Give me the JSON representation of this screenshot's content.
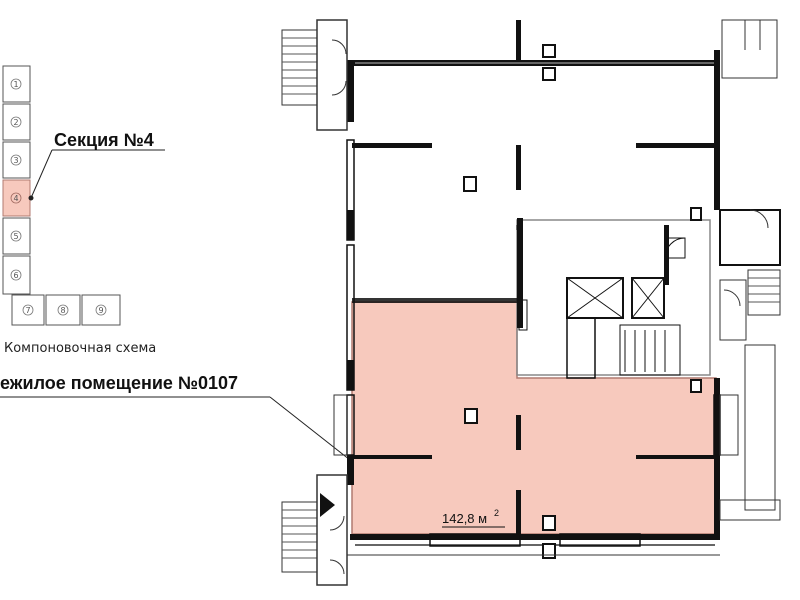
{
  "scheme": {
    "section_label": "Секция №4",
    "caption": "Компоновочная схема",
    "blocks": [
      "1",
      "2",
      "3",
      "4",
      "5",
      "6",
      "7",
      "8",
      "9"
    ],
    "highlighted_block": "4"
  },
  "premises": {
    "label": "ежилое помещение №0107",
    "area_value": "142,8 м",
    "area_superscript": "2"
  },
  "colors": {
    "highlight_fill": "#f7c9bd",
    "highlight_stroke": "#b07a70",
    "wall": "#111111"
  }
}
